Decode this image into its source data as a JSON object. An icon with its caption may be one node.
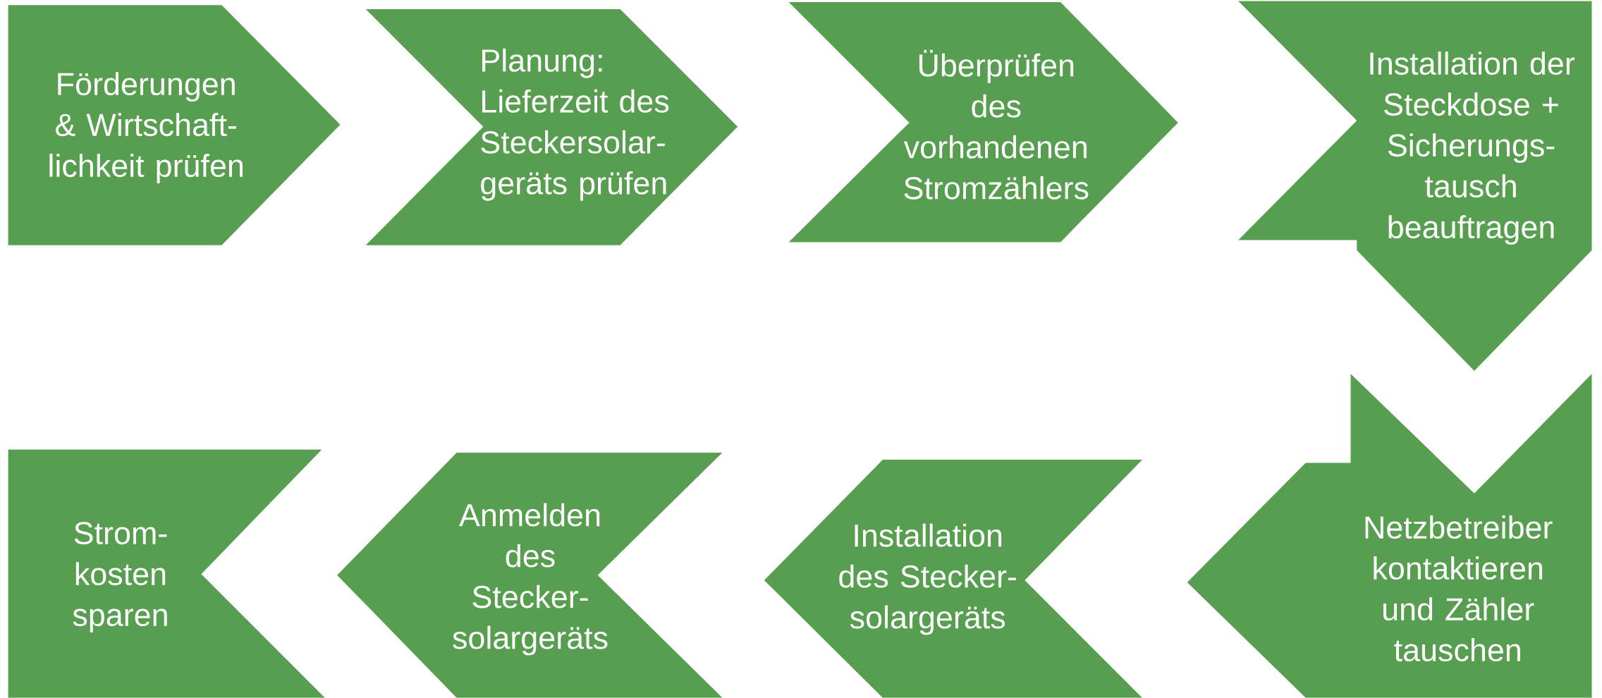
{
  "diagram": {
    "nodes": [
      {
        "text": [
          "Förderungen & Wirtschaft-lichkeit prüfen"
        ]
      },
      {
        "text": [
          "Planung: Lieferzeit des Steckersolar-geräts prüfen"
        ]
      },
      {
        "text": [
          "Überprüfen des vorhandenen Stromzählers"
        ]
      },
      {
        "text": [
          "Installation der Steckdose + Sicherungs-tausch beauftragen"
        ]
      },
      {
        "text": [
          "Netzbetreiber kontaktieren und Zähler tauschen"
        ]
      },
      {
        "text": [
          "Installation des Stecker-solargeräts"
        ]
      },
      {
        "text": [
          "Anmelden des Stecker-solargeräts"
        ]
      },
      {
        "text": [
          "Strom-kosten sparen"
        ]
      }
    ]
  }
}
